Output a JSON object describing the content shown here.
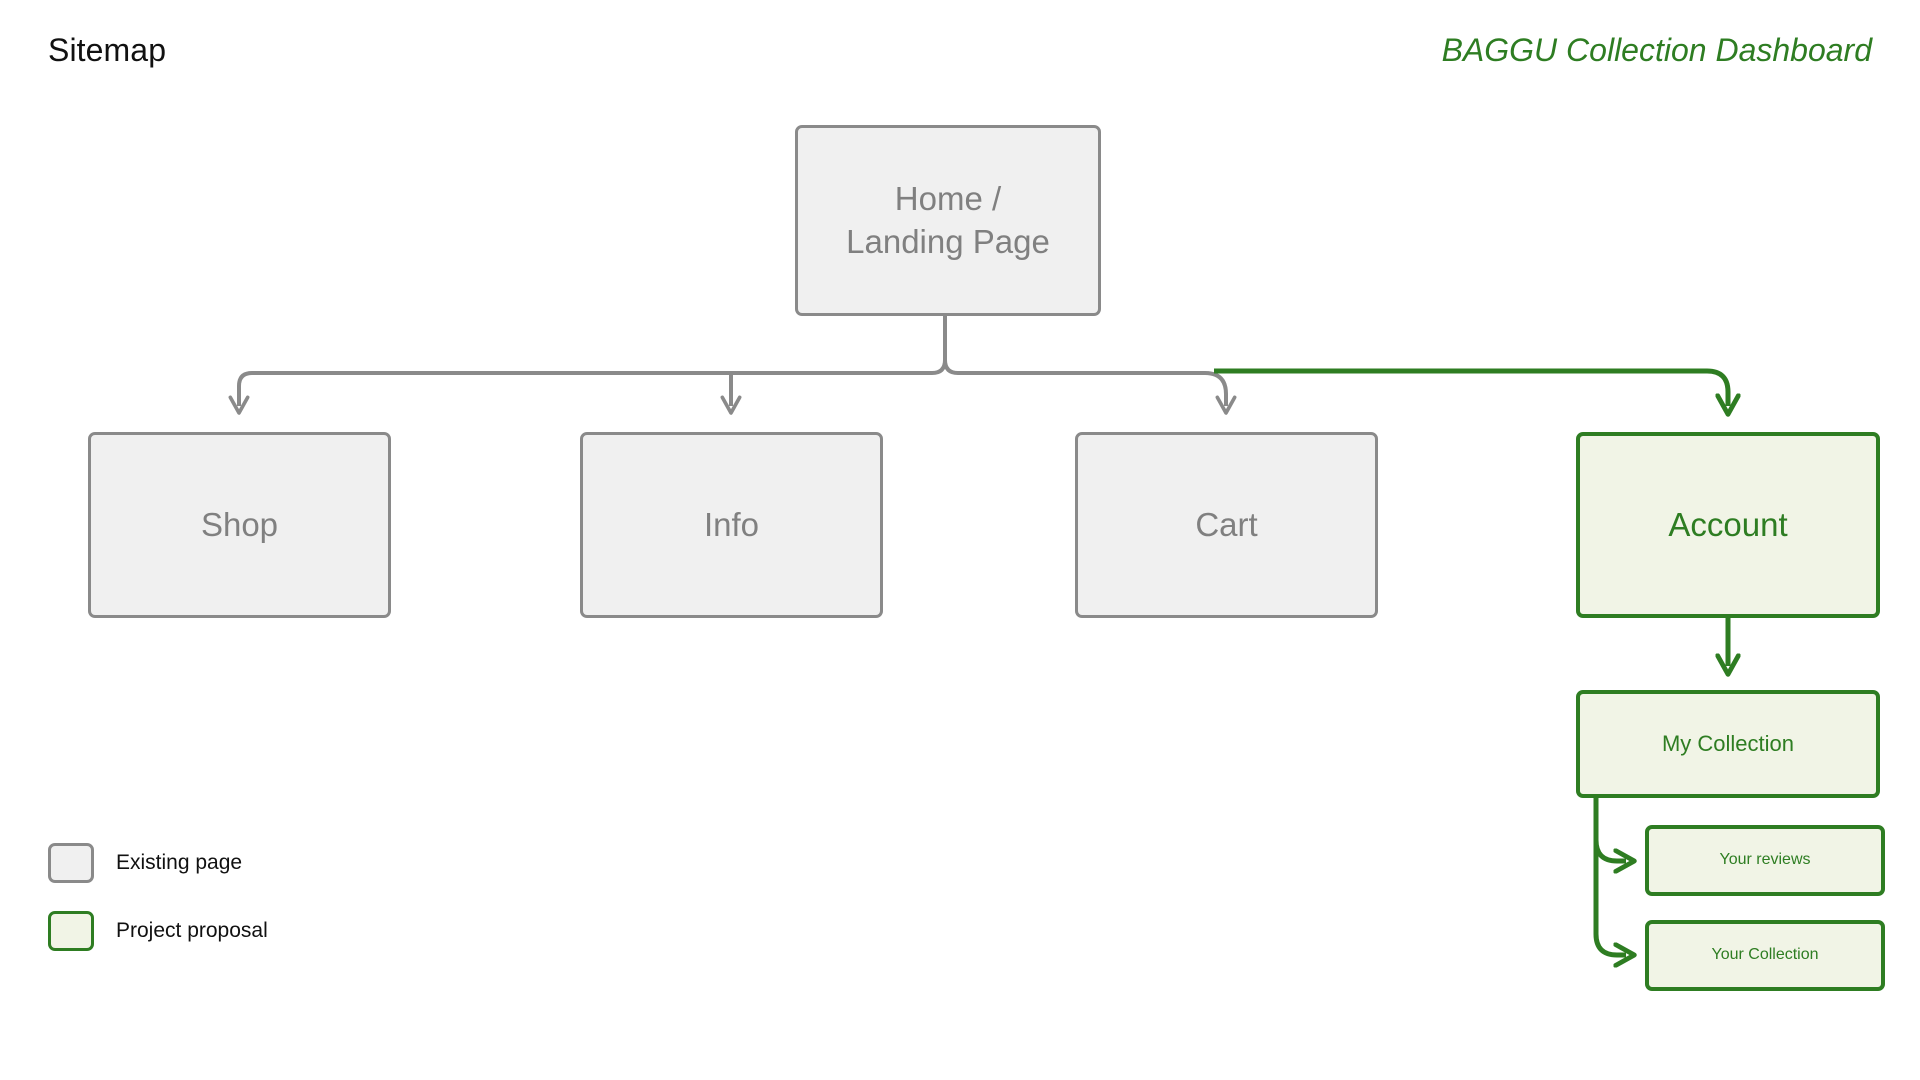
{
  "header": {
    "title": "Sitemap",
    "dashboard_title": "BAGGU Collection Dashboard"
  },
  "colors": {
    "existing_border": "#8a8a8a",
    "existing_fill": "#f0f0f0",
    "existing_text": "#808080",
    "proposal_border": "#2e7d22",
    "proposal_fill": "#f1f4e6",
    "proposal_text": "#2e7d22",
    "title_text": "#111111"
  },
  "nodes": {
    "home": {
      "label": "Home /\nLanding Page",
      "line1": "Home /",
      "line2": "Landing Page",
      "type": "existing"
    },
    "shop": {
      "label": "Shop",
      "type": "existing"
    },
    "info": {
      "label": "Info",
      "type": "existing"
    },
    "cart": {
      "label": "Cart",
      "type": "existing"
    },
    "account": {
      "label": "Account",
      "type": "proposal"
    },
    "my_collection": {
      "label": "My Collection",
      "type": "proposal"
    },
    "your_reviews": {
      "label": "Your reviews",
      "type": "proposal"
    },
    "your_collection": {
      "label": "Your Collection",
      "type": "proposal"
    }
  },
  "legend": {
    "items": [
      {
        "label": "Existing page",
        "type": "existing"
      },
      {
        "label": "Project proposal",
        "type": "proposal"
      }
    ]
  },
  "chart_data": {
    "type": "diagram",
    "title": "Sitemap",
    "subtitle": "BAGGU Collection Dashboard",
    "nodes": [
      {
        "id": "home",
        "label": "Home / Landing Page",
        "type": "existing",
        "level": 0
      },
      {
        "id": "shop",
        "label": "Shop",
        "type": "existing",
        "level": 1
      },
      {
        "id": "info",
        "label": "Info",
        "type": "existing",
        "level": 1
      },
      {
        "id": "cart",
        "label": "Cart",
        "type": "existing",
        "level": 1
      },
      {
        "id": "account",
        "label": "Account",
        "type": "proposal",
        "level": 1
      },
      {
        "id": "my_collection",
        "label": "My Collection",
        "type": "proposal",
        "level": 2
      },
      {
        "id": "your_reviews",
        "label": "Your reviews",
        "type": "proposal",
        "level": 3
      },
      {
        "id": "your_collection",
        "label": "Your Collection",
        "type": "proposal",
        "level": 3
      }
    ],
    "edges": [
      {
        "from": "home",
        "to": "shop",
        "color": "#8a8a8a"
      },
      {
        "from": "home",
        "to": "info",
        "color": "#8a8a8a"
      },
      {
        "from": "home",
        "to": "cart",
        "color": "#8a8a8a"
      },
      {
        "from": "home",
        "to": "account",
        "color": "#2e7d22"
      },
      {
        "from": "account",
        "to": "my_collection",
        "color": "#2e7d22"
      },
      {
        "from": "my_collection",
        "to": "your_reviews",
        "color": "#2e7d22"
      },
      {
        "from": "my_collection",
        "to": "your_collection",
        "color": "#2e7d22"
      }
    ]
  }
}
